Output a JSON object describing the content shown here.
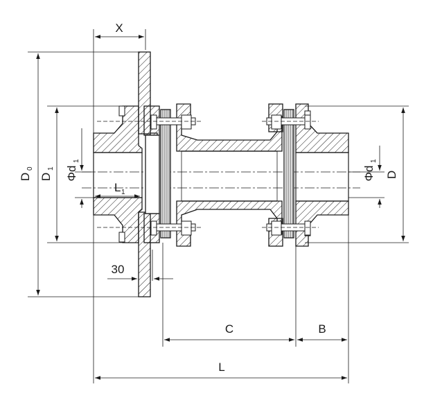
{
  "dimensions": {
    "D0": {
      "main": "D",
      "sub": "0"
    },
    "D1": {
      "main": "D",
      "sub": "1"
    },
    "phi_d1_left": {
      "main": "Φd",
      "sub": "1"
    },
    "phi_d1_right": {
      "main": "Φd",
      "sub": "1"
    },
    "L1": {
      "main": "L",
      "sub": "1"
    },
    "D": "D",
    "X": "X",
    "thirty": "30",
    "C": "C",
    "B": "B",
    "L": "L"
  },
  "colors": {
    "line": "#1a1a1a",
    "background": "#ffffff"
  }
}
